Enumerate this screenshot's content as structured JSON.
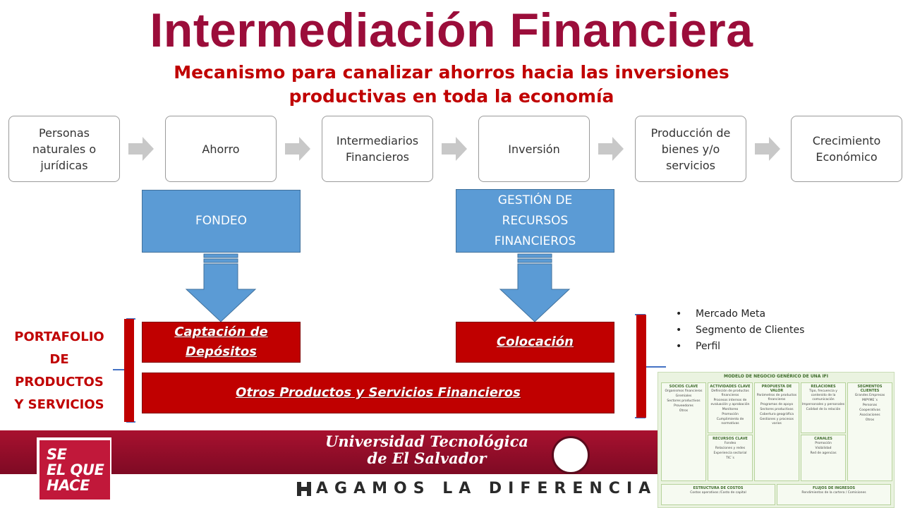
{
  "title": "Intermediación Financiera",
  "subtitle_line1": "Mecanismo para canalizar ahorros hacia las inversiones",
  "subtitle_line2": "productivas en toda la economía",
  "flow_steps": [
    {
      "label": "Personas naturales o jurídicas"
    },
    {
      "label": "Ahorro"
    },
    {
      "label": "Intermediarios Financieros"
    },
    {
      "label": "Inversión"
    },
    {
      "label": "Producción de bienes y/o servicios"
    },
    {
      "label": "Crecimiento Económico"
    }
  ],
  "blue_boxes": {
    "fondeo": "FONDEO",
    "gestion": "GESTIÓN DE RECURSOS FINANCIEROS"
  },
  "red_boxes": {
    "captacion": "Captación de Depósitos",
    "colocacion": "Colocación",
    "otros": "Otros Productos y Servicios Financieros"
  },
  "portfolio_label": "PORTAFOLIO DE PRODUCTOS Y SERVICIOS",
  "bullets": [
    "Mercado Meta",
    "Segmento de Clientes",
    "Perfil"
  ],
  "canvas": {
    "title": "MODELO DE NEGOCIO GENÉRICO DE UNA IFI",
    "columns": [
      {
        "head": "SOCIOS CLAVE",
        "items": [
          "Organismos financieros",
          "Gremiales",
          "Sectores productivos",
          "Proveedores",
          "Otros"
        ]
      },
      {
        "head": "ACTIVIDADES CLAVE",
        "items": [
          "Definición de productos financieros",
          "Procesos internos de evaluación y aprobación",
          "Monitoreo",
          "Promoción",
          "Cumplimiento de normativas"
        ]
      },
      {
        "head": "PROPUESTA DE VALOR",
        "items": [
          "Parámetros de productos financieros",
          "Programas de apoyo",
          "Sectores productivos",
          "Cobertura geográfica",
          "Gestiones y procesos varios"
        ]
      },
      {
        "head": "RELACIONES",
        "items": [
          "Tipo, frecuencia y contenido de la comunicación",
          "Impersonales y personales",
          "Calidad de la relación"
        ]
      },
      {
        "head": "SEGMENTOS CLIENTES",
        "items": [
          "Grandes Empresas",
          "MIPYME´s",
          "Personas",
          "Cooperativas",
          "Asociaciones",
          "Otros"
        ]
      }
    ],
    "recursos": {
      "head": "RECURSOS CLAVE",
      "items": [
        "Fondeo",
        "Relaciones y redes",
        "Experiencia sectorial",
        "TIC´s"
      ]
    },
    "canales": {
      "head": "CANALES",
      "items": [
        "Promoción",
        "Visibilidad",
        "Red de agencias"
      ]
    },
    "costos": {
      "head": "ESTRUCTURA DE COSTOS",
      "items": [
        "Costos operativos /Costo de capital"
      ]
    },
    "ingresos": {
      "head": "FLUJOS DE INGRESOS",
      "items": [
        "Rendimientos de la cartera / Comisiones"
      ]
    }
  },
  "footer": {
    "logo_line1": "SE",
    "logo_line2": "EL QUE",
    "logo_line3": "HACE",
    "university_line1": "Universidad Tecnológica",
    "university_line2": "de El Salvador",
    "slogan": "AGAMOS LA DIFERENCIA"
  },
  "colors": {
    "title": "#9b0d3a",
    "subtitle": "#c00000",
    "blue": "#5b9bd5",
    "red": "#c00000",
    "arrow_gray": "#c8c8c8"
  }
}
